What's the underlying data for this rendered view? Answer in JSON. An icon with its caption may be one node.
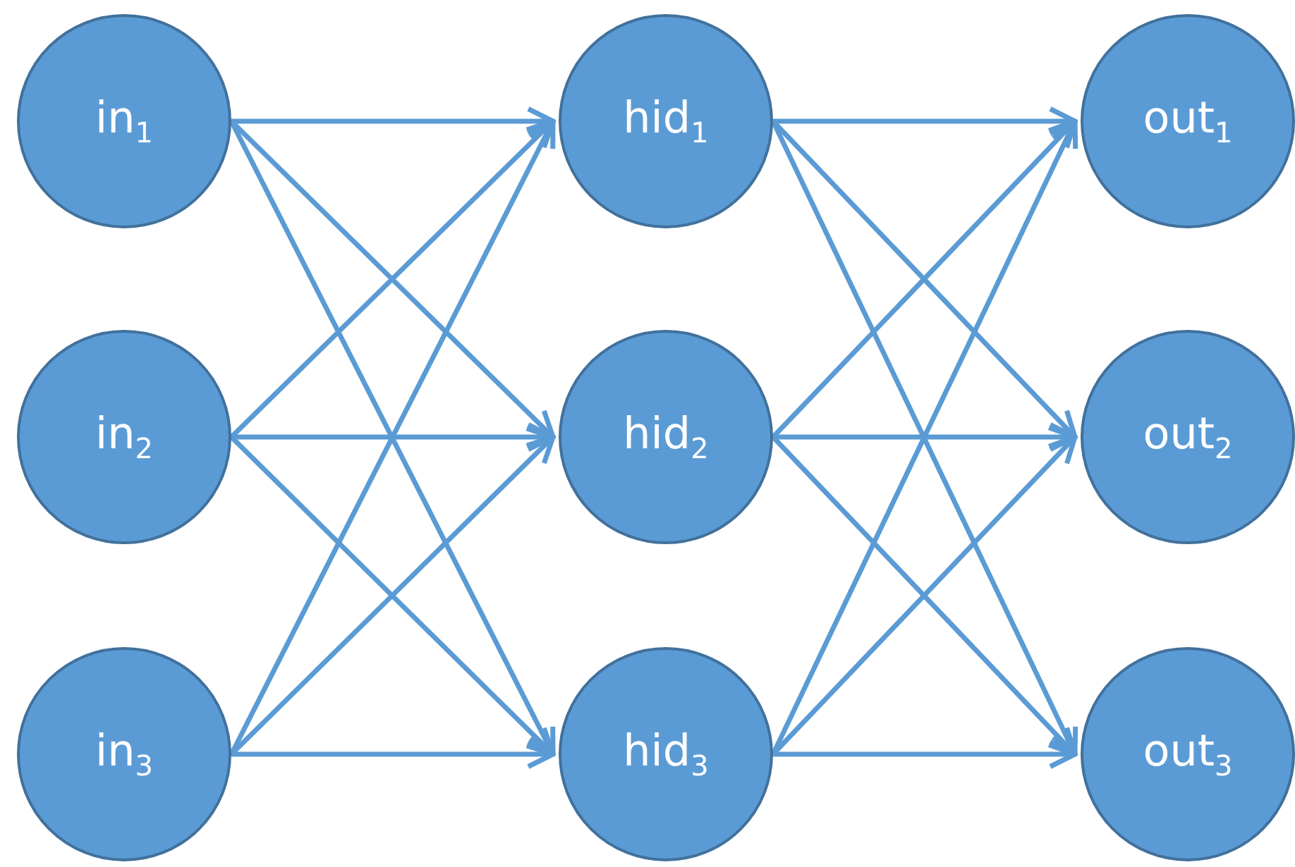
{
  "diagram": {
    "nodes": [
      {
        "text": [
          "in$_{1}$"
        ]
      },
      {
        "text": [
          "in$_{2}$"
        ]
      },
      {
        "text": [
          "in$_{3}$"
        ]
      },
      {
        "text": [
          "hid$_{1}$"
        ]
      },
      {
        "text": [
          "hid$_{2}$"
        ]
      },
      {
        "text": [
          "hid$_{3}$"
        ]
      },
      {
        "text": [
          "out$_{1}$"
        ]
      },
      {
        "text": [
          "out$_{2}$"
        ]
      },
      {
        "text": [
          "out$_{3}$"
        ]
      }
    ],
    "edges": [
      {
        "from": 0,
        "to": 3,
        "arrow": "to"
      },
      {
        "from": 0,
        "to": 4,
        "arrow": "to"
      },
      {
        "from": 0,
        "to": 5,
        "arrow": "to"
      },
      {
        "from": 1,
        "to": 3,
        "arrow": "to"
      },
      {
        "from": 1,
        "to": 4,
        "arrow": "to"
      },
      {
        "from": 1,
        "to": 5,
        "arrow": "to"
      },
      {
        "from": 2,
        "to": 3,
        "arrow": "to"
      },
      {
        "from": 2,
        "to": 4,
        "arrow": "to"
      },
      {
        "from": 2,
        "to": 5,
        "arrow": "to"
      },
      {
        "from": 3,
        "to": 6,
        "arrow": "to"
      },
      {
        "from": 3,
        "to": 7,
        "arrow": "to"
      },
      {
        "from": 3,
        "to": 8,
        "arrow": "to"
      },
      {
        "from": 4,
        "to": 6,
        "arrow": "to"
      },
      {
        "from": 4,
        "to": 7,
        "arrow": "to"
      },
      {
        "from": 4,
        "to": 8,
        "arrow": "to"
      },
      {
        "from": 5,
        "to": 6,
        "arrow": "to"
      },
      {
        "from": 5,
        "to": 7,
        "arrow": "to"
      },
      {
        "from": 5,
        "to": 8,
        "arrow": "to"
      }
    ]
  }
}
